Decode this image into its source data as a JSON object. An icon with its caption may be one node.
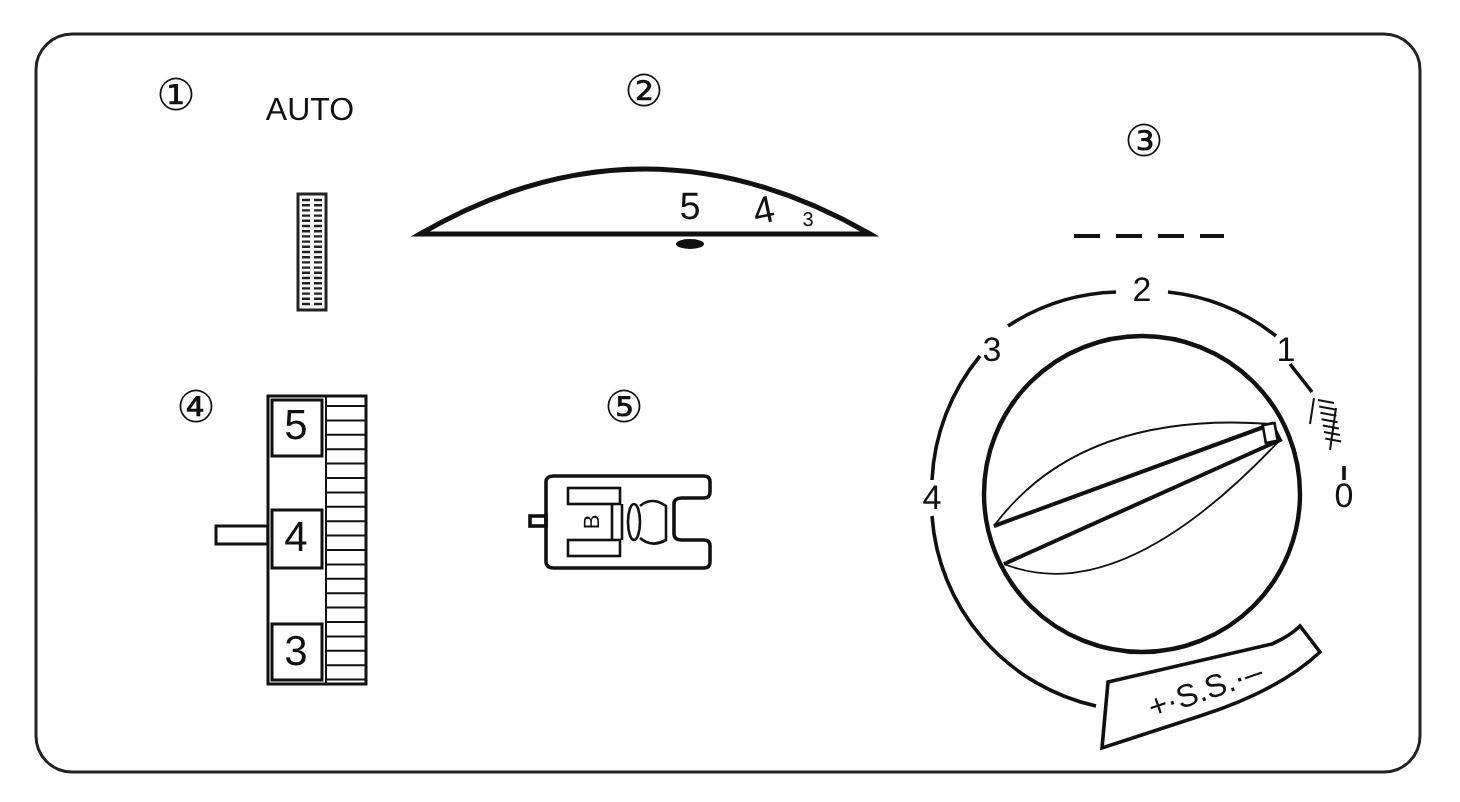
{
  "diagram": {
    "labels": [
      "①",
      "AUTO",
      "②",
      "5",
      "4",
      "3",
      "③",
      "2",
      "3",
      "1",
      "4",
      "0",
      "+·S.S.·–",
      "④",
      "5",
      "⑤",
      "B",
      "4",
      "3"
    ]
  }
}
